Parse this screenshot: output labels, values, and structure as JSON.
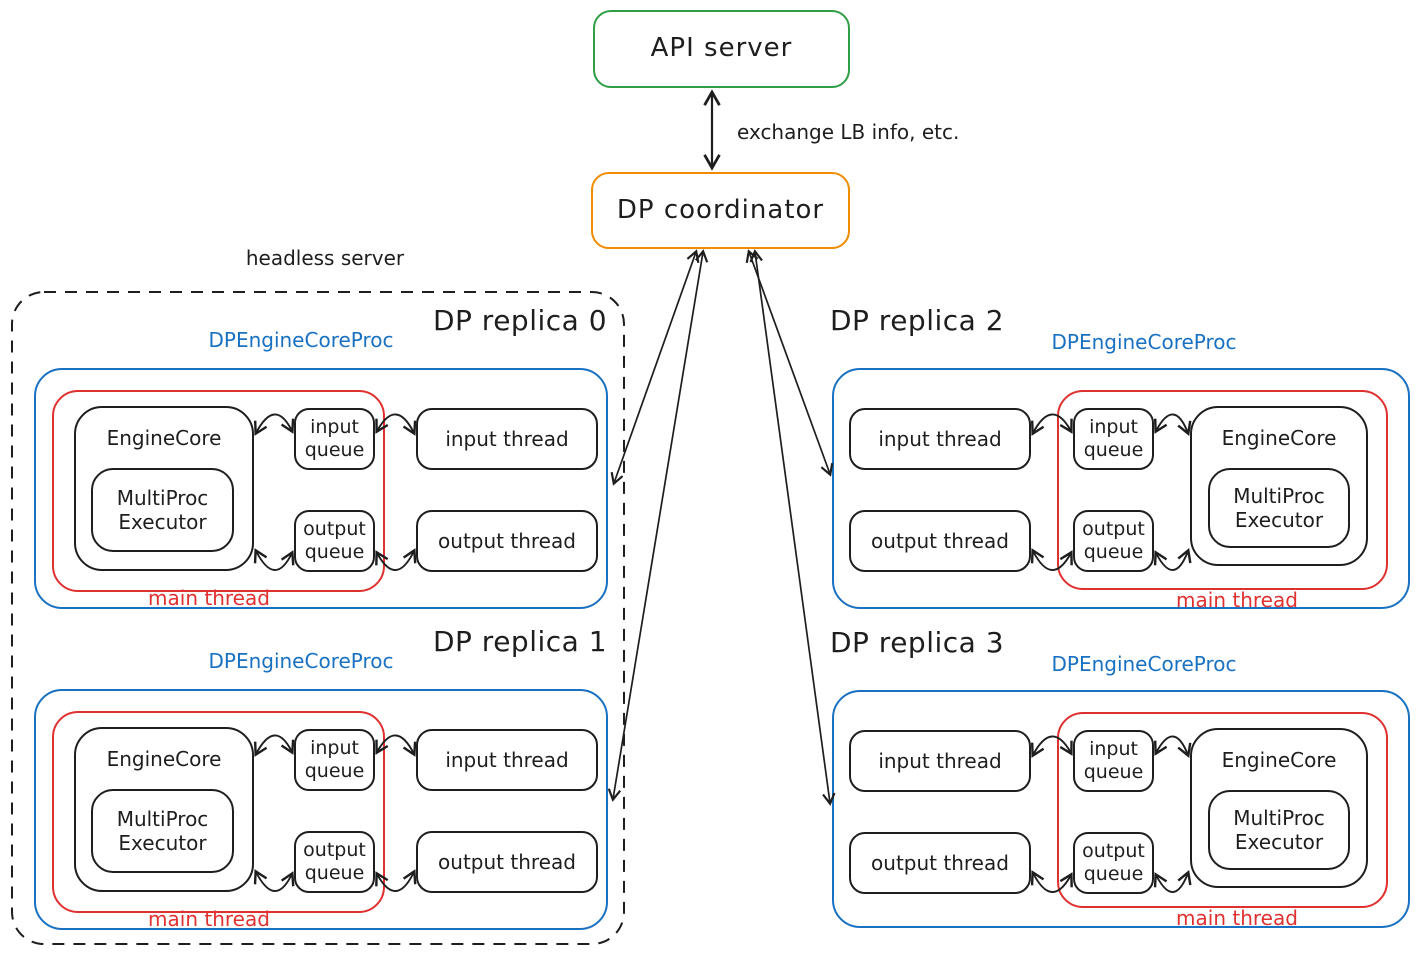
{
  "top": {
    "api_server_label": "API server",
    "coordinator_label": "DP coordinator",
    "exchange_note": "exchange LB info, etc.",
    "headless_server_label": "headless server"
  },
  "shared": {
    "proc_label": "DPEngineCoreProc",
    "engine_core_label": "EngineCore",
    "multiproc_label": "MultiProc Executor",
    "input_queue_label": "input queue",
    "output_queue_label": "output queue",
    "input_thread_label": "input thread",
    "output_thread_label": "output thread",
    "main_thread_label": "main thread"
  },
  "replicas": [
    {
      "title": "DP replica 0"
    },
    {
      "title": "DP replica 1"
    },
    {
      "title": "DP replica 2"
    },
    {
      "title": "DP replica 3"
    }
  ],
  "colors": {
    "green": "#2f9e44",
    "orange": "#f08c00",
    "blue": "#1971c2",
    "red": "#e03131",
    "ink": "#1e1e1e"
  }
}
